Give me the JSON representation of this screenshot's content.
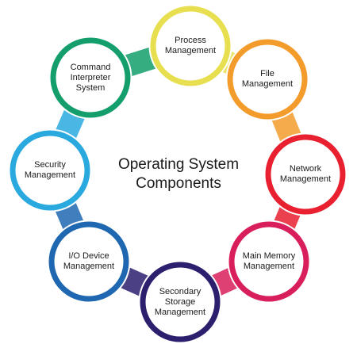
{
  "title": "Operating System\nComponents",
  "nodes": [
    {
      "label": "Process\nManagement",
      "color": "#e7df4f"
    },
    {
      "label": "File\nManagement",
      "color": "#f39b2b"
    },
    {
      "label": "Network\nManagement",
      "color": "#e8202f"
    },
    {
      "label": "Main Memory\nManagement",
      "color": "#d81e5b"
    },
    {
      "label": "Secondary\nStorage\nManagement",
      "color": "#2b1f6e"
    },
    {
      "label": "I/O Device\nManagement",
      "color": "#1f67b1"
    },
    {
      "label": "Security\nManagement",
      "color": "#2aa9df"
    },
    {
      "label": "Command\nInterpreter\nSystem",
      "color": "#139e6b"
    }
  ]
}
